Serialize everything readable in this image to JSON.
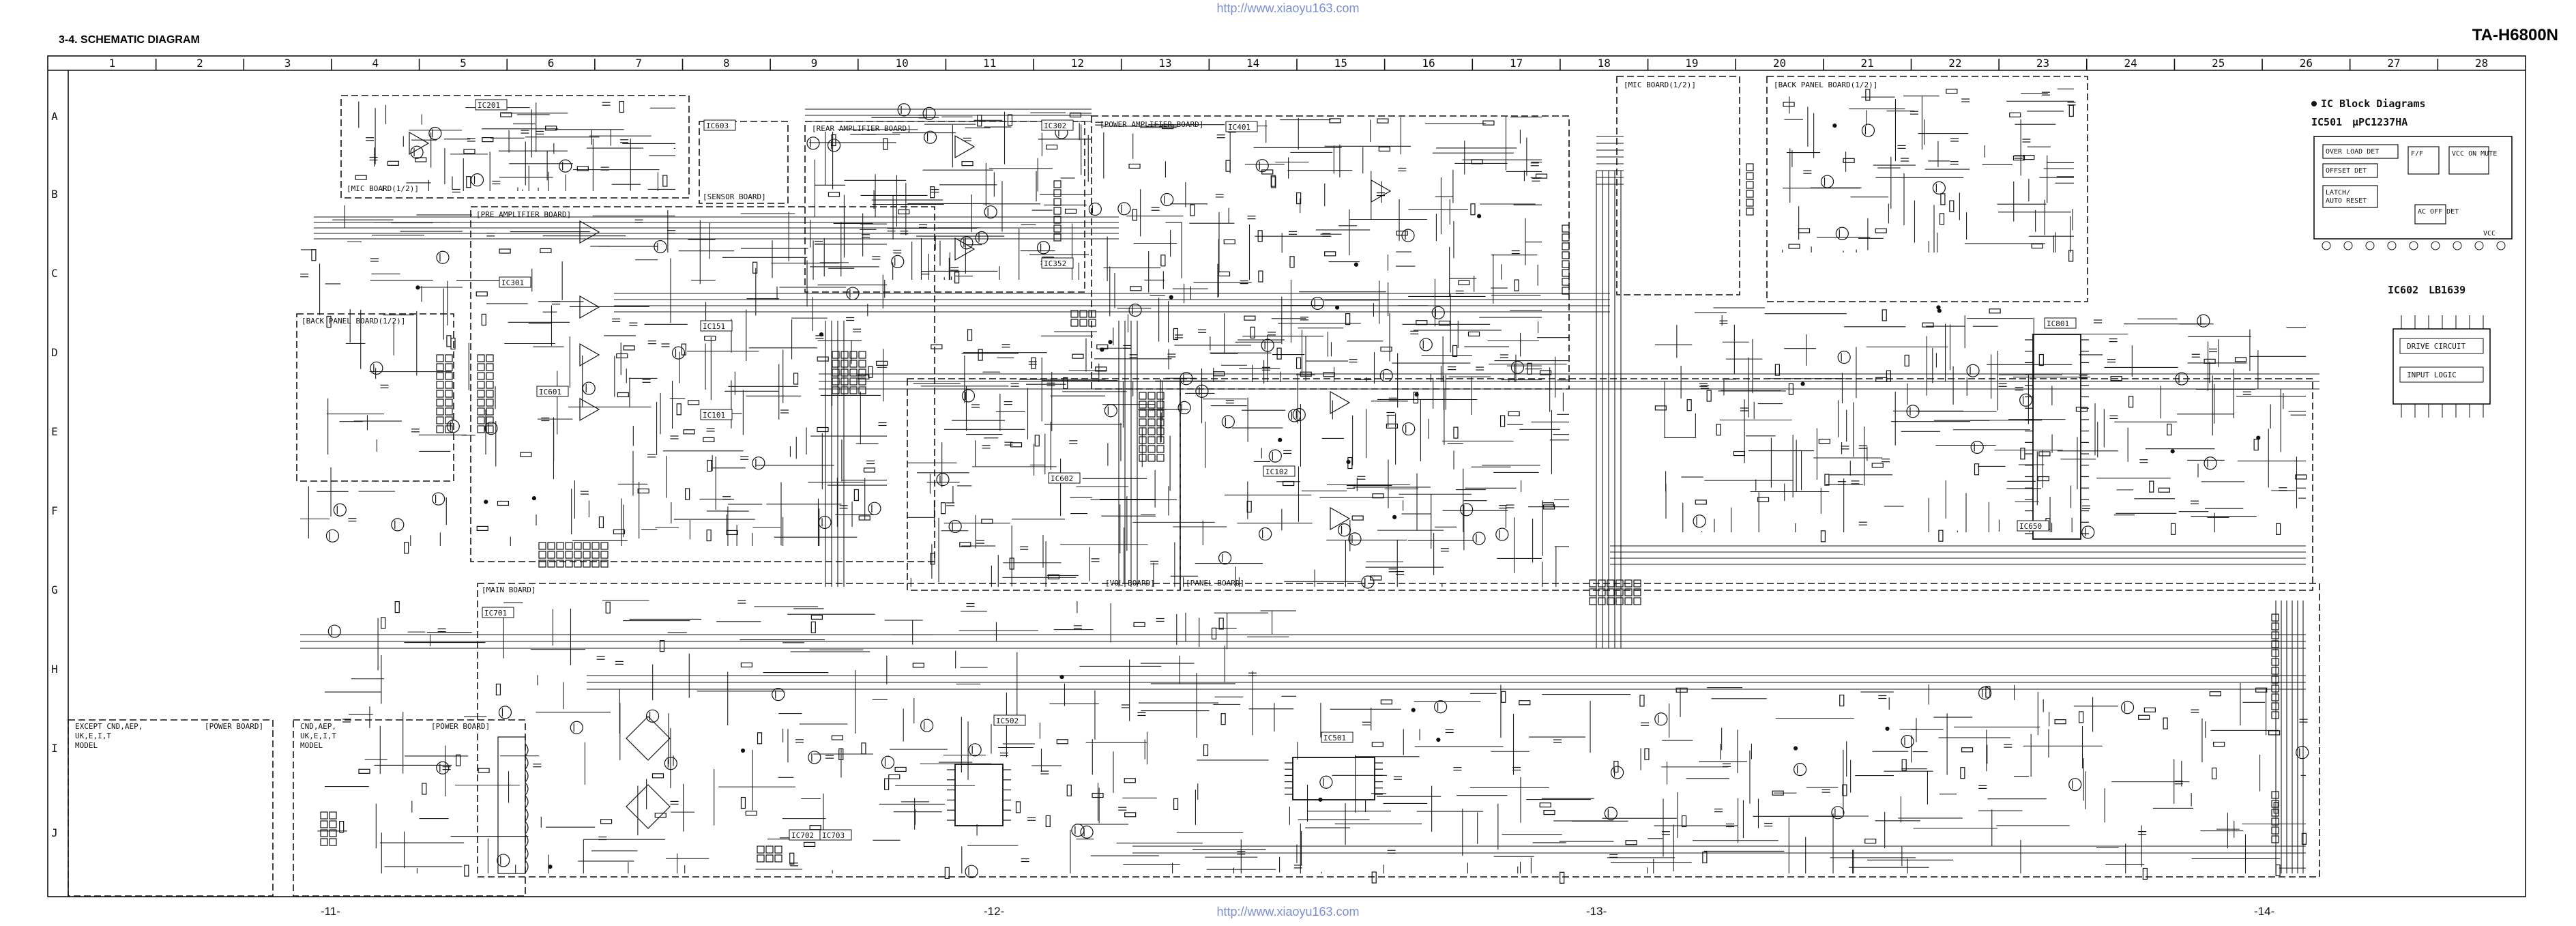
{
  "header": {
    "section_title": "3-4.  SCHEMATIC DIAGRAM",
    "model": "TA-H6800N",
    "watermark": "http://www.xiaoyu163.com"
  },
  "grid": {
    "columns": [
      "1",
      "2",
      "3",
      "4",
      "5",
      "6",
      "7",
      "8",
      "9",
      "10",
      "11",
      "12",
      "13",
      "14",
      "15",
      "16",
      "17",
      "18",
      "19",
      "20",
      "21",
      "22",
      "23",
      "24",
      "25",
      "26",
      "27",
      "28"
    ],
    "rows": [
      "A",
      "B",
      "C",
      "D",
      "E",
      "F",
      "G",
      "H",
      "I",
      "J"
    ]
  },
  "page_markers": [
    "-11-",
    "-12-",
    "-13-",
    "-14-"
  ],
  "boards": {
    "mic_board_1": "[MIC BOARD(1/2)]",
    "sensor_board": "[SENSOR BOARD]",
    "rear_amp_board": "[REAR AMPLIFIER BOARD]",
    "power_amp_board": "[POWER AMPLIFIER BOARD]",
    "mic_board_2": "[MIC BOARD(1/2)]",
    "back_panel_board_right": "[BACK PANEL BOARD(1/2)]",
    "pre_amp_board": "[PRE AMPLIFIER BOARD]",
    "back_panel_board_left": "[BACK PANEL BOARD(1/2)]",
    "vol_board": "[VOL BOARD]",
    "panel_board": "[PANEL BOARD]",
    "main_board": "[MAIN BOARD]",
    "power_board_left": "[POWER BOARD]",
    "power_board_mid": "[POWER BOARD]"
  },
  "model_notes": {
    "except": "EXCEPT CND,AEP, UK,E,I,T MODEL",
    "cnd": "CND,AEP, UK,E,I,T MODEL"
  },
  "ic_labels": [
    "IC201",
    "IC603",
    "IC302",
    "IC401",
    "IC352",
    "IC301",
    "IC151",
    "IC101",
    "IC801",
    "IC602",
    "IC102",
    "IC650",
    "IC601",
    "IC701",
    "IC502",
    "IC501",
    "IC702",
    "IC703"
  ],
  "ic_diagrams": {
    "heading": "IC Block Diagrams",
    "ic501_label": "IC501",
    "ic501_part": "µPC1237HA",
    "ic501_blocks": [
      "OVER LOAD DET",
      "OFFSET DET",
      "LATCH/ AUTO RESET",
      "F/F",
      "VCC ON MUTE",
      "AC OFF DET"
    ],
    "ic501_pin_labels": [
      "VCC"
    ],
    "ic602_label": "IC602",
    "ic602_part": "LB1639",
    "ic602_blocks": [
      "DRIVE CIRCUIT",
      "INPUT LOGIC"
    ]
  }
}
